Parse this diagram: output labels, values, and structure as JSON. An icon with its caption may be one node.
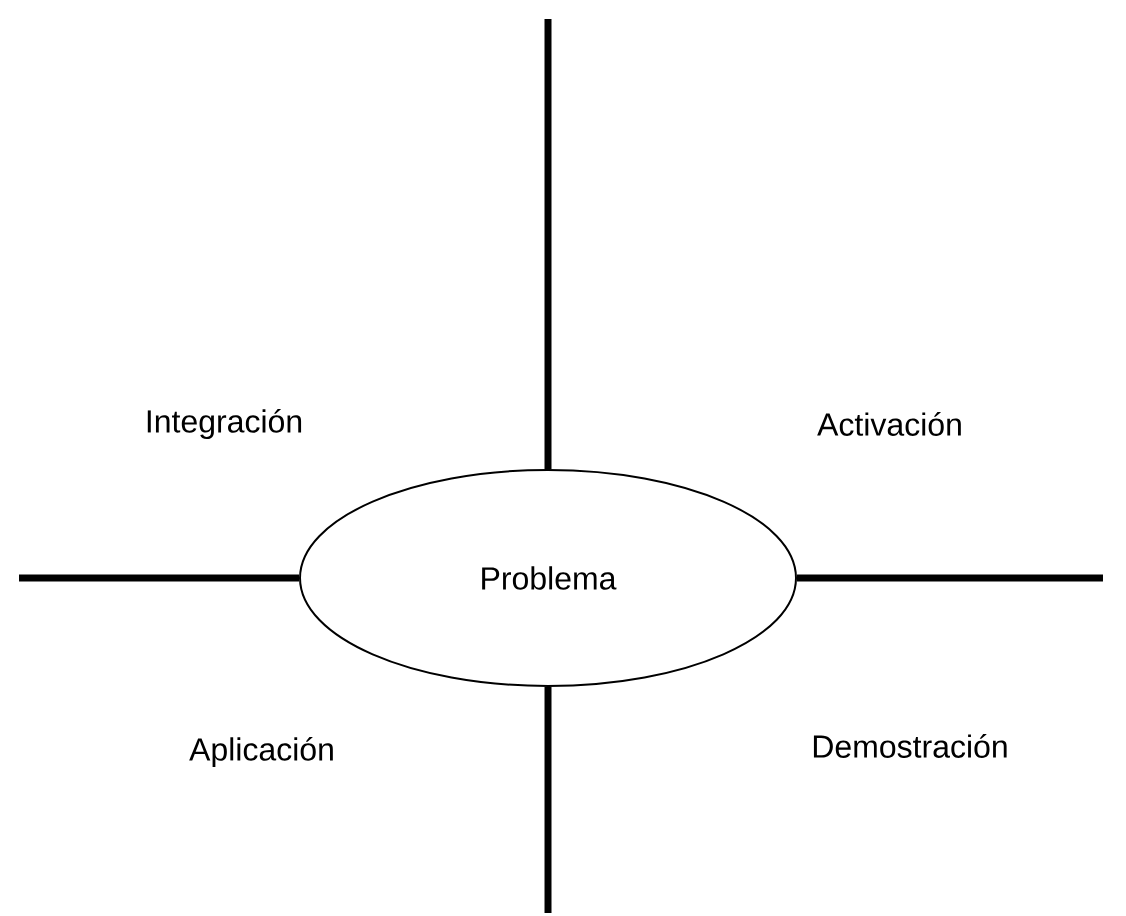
{
  "diagram": {
    "nodes": [
      {
        "text": [
          "Problema"
        ]
      }
    ],
    "labels": [
      "Integración",
      "Activación",
      "Aplicación",
      "Demostración"
    ]
  }
}
